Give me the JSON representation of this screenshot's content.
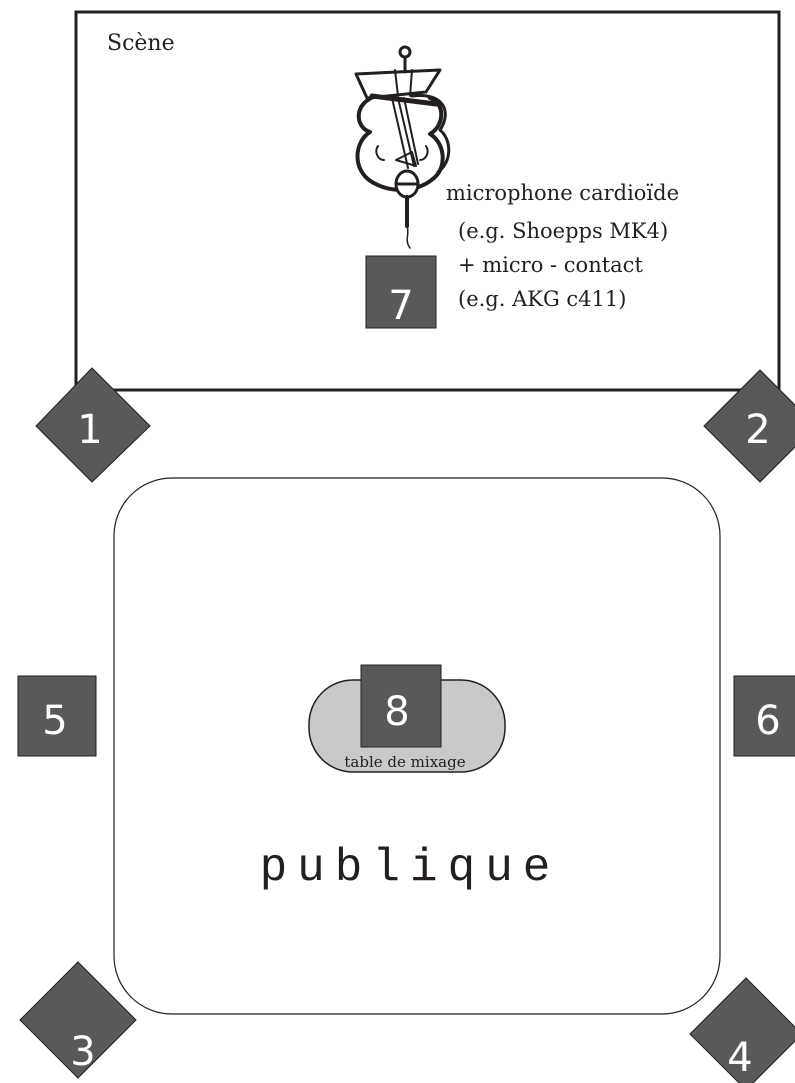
{
  "stage": {
    "label": "Scène",
    "mic_lines": [
      "microphone cardioïde",
      "(e.g. Shoepps MK4)",
      "+ micro - contact",
      "(e.g. AKG c411)"
    ]
  },
  "audience": {
    "label": "publique",
    "mixing_desk_label": "table de mixage"
  },
  "speakers": {
    "s1": "1",
    "s2": "2",
    "s3": "3",
    "s4": "4",
    "s5": "5",
    "s6": "6",
    "s7": "7",
    "s8": "8"
  },
  "colors": {
    "speaker_fill": "#58595b",
    "desk_fill": "#c9c9c9",
    "stroke": "#231f20"
  }
}
